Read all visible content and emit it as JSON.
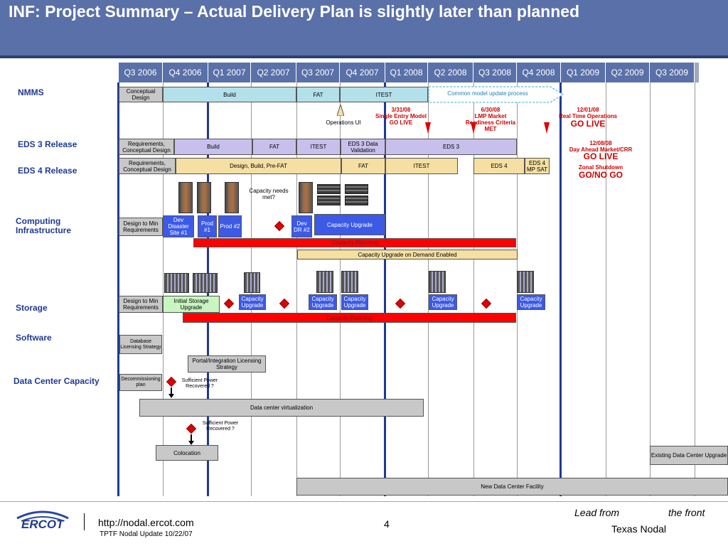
{
  "title": "INF: Project Summary – Actual Delivery Plan is slightly later than planned",
  "quarters": [
    "Q3 2006",
    "Q4 2006",
    "Q1 2007",
    "Q2 2007",
    "Q3 2007",
    "Q4 2007",
    "Q1 2008",
    "Q2 2008",
    "Q3 2008",
    "Q4 2008",
    "Q1 2009",
    "Q2 2009",
    "Q3 2009"
  ],
  "colors": {
    "header_blue": "#5a70a8",
    "red_bar": "#ff0000",
    "upgrade_blue": "#3c5ae6",
    "milestone_red": "#cc0000",
    "row_label_blue": "#1f3a93"
  },
  "rows": {
    "nmms": "NMMS",
    "eds3": "EDS 3 Release",
    "eds4": "EDS 4 Release",
    "computing": "Computing Infrastructure",
    "storage": "Storage",
    "software": "Software",
    "dc": "Data Center Capacity"
  },
  "nmms": {
    "conceptual": "Conceptual Design",
    "build": "Build",
    "fat": "FAT",
    "itest": "ITEST",
    "common": "Common model update process",
    "ops_ui": "Operations UI"
  },
  "milestones": {
    "m1_date": "3/31/08",
    "m1_text": "Single Entry Model GO LIVE",
    "m2_date": "6/30/08",
    "m2_text": "LMP Market Readiness Criteria MET",
    "m3_date": "12/01/08",
    "m3_text": "Real Time Operations",
    "m3_big": "GO LIVE",
    "m4_date": "12/08/08",
    "m4_text": "Day Ahead Market/CRR",
    "m4_big": "GO LIVE",
    "m5_text": "Zonal Shutdown",
    "m5_big": "GO/NO GO"
  },
  "eds3": {
    "req": "Requirements, Conceptual Design",
    "build": "Build",
    "fat": "FAT",
    "itest": "ITEST",
    "validation": "EDS 3 Data Validation",
    "eds3": "EDS 3"
  },
  "eds4": {
    "req": "Requirements, Conceptual Design",
    "dbpf": "Design, Build, Pre-FAT",
    "fat": "FAT",
    "itest": "ITEST",
    "eds4": "EDS 4",
    "mp_sat": "EDS 4 MP SAT"
  },
  "computing": {
    "design": "Design to Min Requirements",
    "dev_dr1": "Dev Disaster Site #1",
    "prod1": "Prod #1",
    "prod2": "Prod #2",
    "capacity_q": "Capacity needs met?",
    "dev_dr2": "Dev DR #2",
    "upgrade": "Capacity Upgrade",
    "planning": "Capacity Planning",
    "on_demand": "Capacity Upgrade on Demand Enabled"
  },
  "storage": {
    "design": "Design to Min Requirements",
    "initial": "Initial Storage Upgrade",
    "upgrade": "Capacity Upgrade",
    "planning": "Capacity Planning"
  },
  "software": {
    "db": "Database Licensing Strategy",
    "portal": "Portal/Integration Licensing Strategy"
  },
  "dc": {
    "decom": "Decommissioning plan",
    "sufficient": "Sufficient Power Recovered ?",
    "virtualization": "Data center virtualization",
    "colocation": "Colocation",
    "existing": "Existing Data Center Upgrade",
    "new_facility": "New Data Center Facility"
  },
  "footer": {
    "url": "http://nodal.ercot.com",
    "page": "4",
    "subtitle": "TPTF Nodal Update 10/22/07",
    "lead_from": "Lead from",
    "the_front": "the front",
    "texas_nodal": "Texas Nodal",
    "logo": "ERCOT"
  }
}
